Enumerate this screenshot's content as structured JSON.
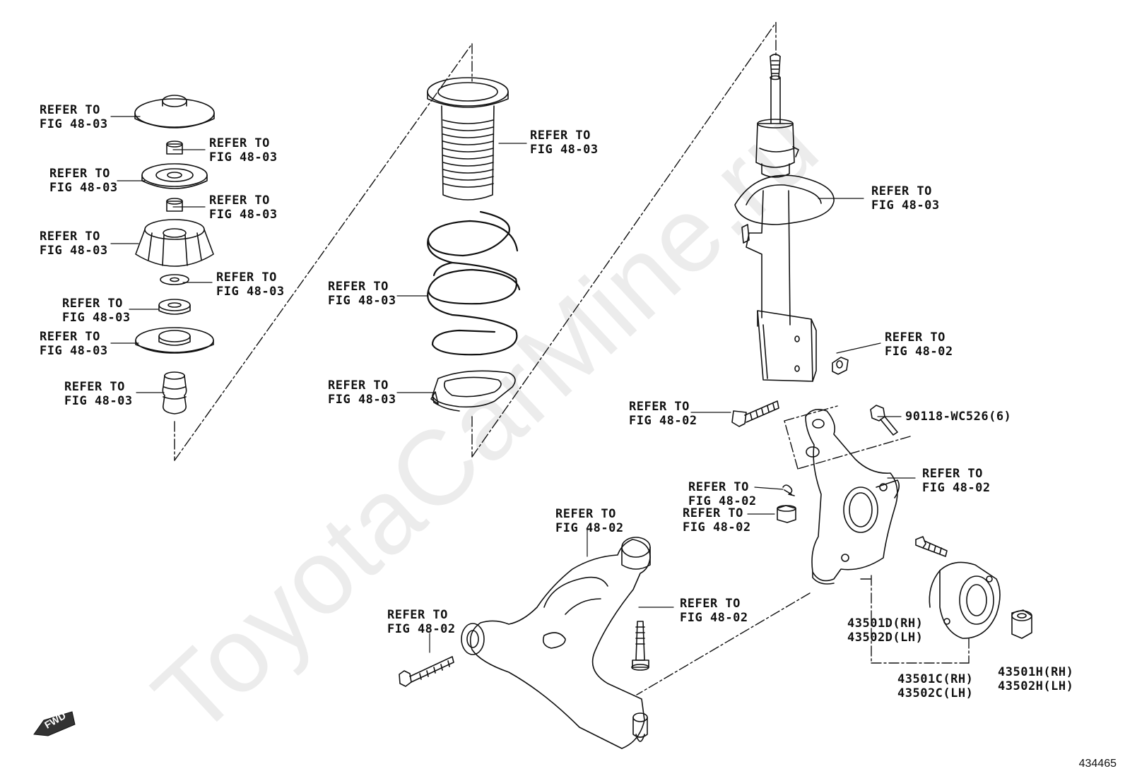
{
  "watermark": "ToyotaCarMine.ru",
  "figure_number": "434465",
  "fwd_label": "FWD",
  "labels": {
    "mount_cap": [
      "REFER TO",
      "FIG 48-03"
    ],
    "nut_upper": [
      "REFER TO",
      "FIG 48-03"
    ],
    "bearing": [
      "REFER TO",
      "FIG 48-03"
    ],
    "nut_lower": [
      "REFER TO",
      "FIG 48-03"
    ],
    "support": [
      "REFER TO",
      "FIG 48-03"
    ],
    "washer": [
      "REFER TO",
      "FIG 48-03"
    ],
    "collar": [
      "REFER TO",
      "FIG 48-03"
    ],
    "spring_seat_upper": [
      "REFER TO",
      "FIG 48-03"
    ],
    "bumper": [
      "REFER TO",
      "FIG 48-03"
    ],
    "boot": [
      "REFER TO",
      "FIG 48-03"
    ],
    "coil_spring": [
      "REFER TO",
      "FIG 48-03"
    ],
    "lower_insulator": [
      "REFER TO",
      "FIG 48-03"
    ],
    "strut_seat": [
      "REFER TO",
      "FIG 48-03"
    ],
    "strut_nut": [
      "REFER TO",
      "FIG 48-02"
    ],
    "strut_bolt": [
      "REFER TO",
      "FIG 48-02"
    ],
    "knuckle_bolt": [
      "90118-WC526(6)"
    ],
    "knuckle": [
      "REFER TO",
      "FIG 48-02"
    ],
    "cotter_pin": [
      "REFER TO",
      "FIG 48-02"
    ],
    "castle_nut": [
      "REFER TO",
      "FIG 48-02"
    ],
    "lower_arm": [
      "REFER TO",
      "FIG 48-02"
    ],
    "arm_bolt_vertical": [
      "REFER TO",
      "FIG 48-02"
    ],
    "arm_bolt_front": [
      "REFER TO",
      "FIG 48-02"
    ],
    "hub_bolt": [
      "43501D(RH)",
      "43502D(LH)"
    ],
    "hub": [
      "43501C(RH)",
      "43502C(LH)"
    ],
    "hub_nut": [
      "43501H(RH)",
      "43502H(LH)"
    ]
  }
}
